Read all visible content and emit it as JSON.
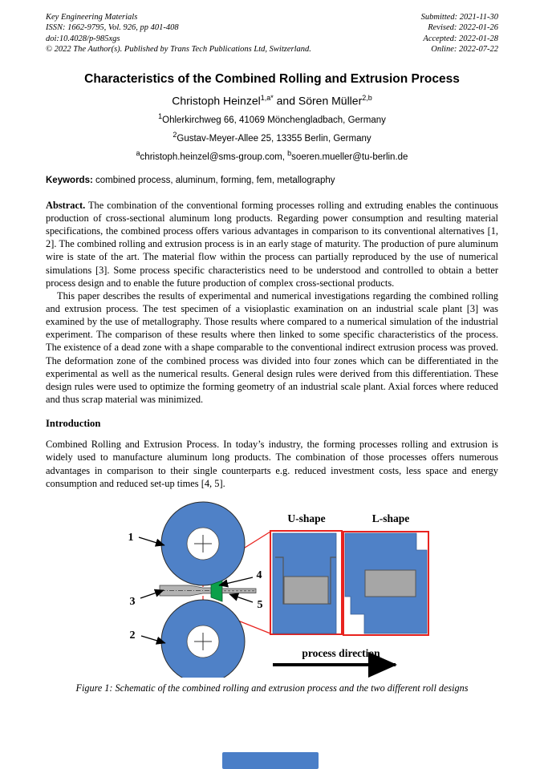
{
  "header": {
    "left_lines": [
      "Key Engineering Materials",
      "ISSN: 1662-9795, Vol. 926, pp 401-408",
      "doi:10.4028/p-985xgs",
      "© 2022 The Author(s). Published by Trans Tech Publications Ltd, Switzerland."
    ],
    "right_lines": [
      "Submitted: 2021-11-30",
      "Revised: 2022-01-26",
      "Accepted: 2022-01-28",
      "Online: 2022-07-22"
    ]
  },
  "title": "Characteristics of the Combined Rolling and Extrusion Process",
  "authors": {
    "name_1": "Christoph Heinzel",
    "sup_1": "1,a*",
    "and_name_2": " and Sören Müller",
    "sup_2": "2,b"
  },
  "affiliations": [
    {
      "sup": "1",
      "text": "Ohlerkirchweg 66, 41069 Mönchengladbach, Germany"
    },
    {
      "sup": "2",
      "text": "Gustav-Meyer-Allee 25, 13355 Berlin, Germany"
    }
  ],
  "emails": {
    "sup_a": "a",
    "email_a": "christoph.heinzel@sms-group.com, ",
    "sup_b": "b",
    "email_b": "soeren.mueller@tu-berlin.de"
  },
  "keywords": {
    "label": "Keywords:",
    "value": " combined process, aluminum, forming, fem, metallography"
  },
  "abstract": {
    "label": "Abstract.",
    "p1": " The combination of the conventional forming processes rolling and extruding enables the continuous production of cross-sectional aluminum long products. Regarding power consumption and resulting material specifications, the combined process offers various advantages in comparison to its conventional alternatives [1, 2]. The combined rolling and extrusion process is in an early stage of maturity. The production of pure aluminum wire is state of the art. The material flow within the process can partially reproduced by the use of numerical simulations [3]. Some process specific characteristics need to be understood and controlled to obtain a better process design and to enable the future production of complex cross-sectional products.",
    "p2": "This paper describes the results of experimental and numerical investigations regarding the combined rolling and extrusion process. The test specimen of a visioplastic examination on an industrial scale plant [3] was examined by the use of metallography. Those results where compared to a numerical simulation of the industrial experiment. The comparison of these results where then linked to some specific characteristics of the process. The existence of a dead zone with a shape comparable to the conventional indirect extrusion process was proved. The deformation zone of the combined process was divided into four zones which can be differentiated in the experimental as well as the numerical results. General design rules were derived from this differentiation. These design rules were used to optimize the forming geometry of an industrial scale plant. Axial forces where reduced and thus scrap material was minimized."
  },
  "introduction": {
    "heading": "Introduction",
    "lead": "Combined Rolling and Extrusion Process.",
    "body": " In today’s industry, the forming processes rolling and extrusion is widely used to manufacture aluminum long products. The combination of those processes offers numerous advantages in comparison to their single counterparts e.g. reduced investment costs, less space and energy consumption and reduced set-up times [4, 5]."
  },
  "figure": {
    "labels": {
      "roll_top": "1",
      "roll_bottom": "2",
      "strip_in": "3",
      "die": "4",
      "strip_out": "5"
    },
    "u_shape_label": "U-shape",
    "l_shape_label": "L-shape",
    "process_direction": "process direction",
    "caption": "Figure 1: Schematic of the combined rolling and extrusion process and the two different roll designs",
    "colors": {
      "roll_blue": "#4f81c7",
      "die_green": "#0ca04a",
      "strip_gray": "#b3b3b3",
      "profile_gray": "#a6a6a6",
      "zoom_red": "#e8231f"
    }
  },
  "bottom_bar_color": "#4a7ec7"
}
